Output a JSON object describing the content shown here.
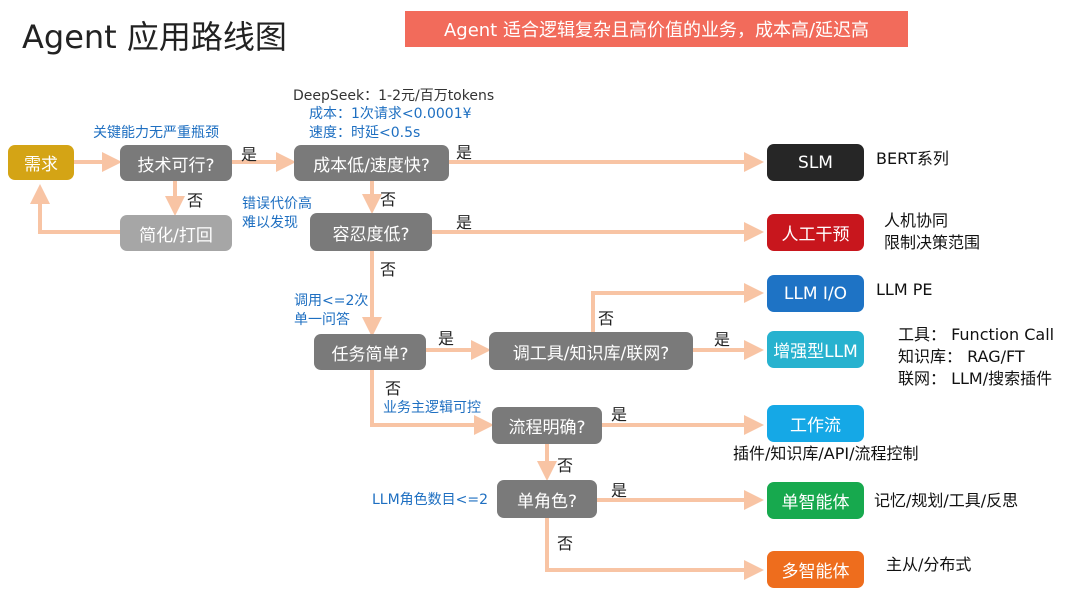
{
  "title": "Agent 应用路线图",
  "banner": "Agent 适合逻辑复杂且高价值的业务，成本高/延迟高",
  "nodes": {
    "demand": "需求",
    "feasible": "技术可行?",
    "simplify": "简化/打回",
    "cost": "成本低/速度快?",
    "tolerance": "容忍度低?",
    "simple_task": "任务简单?",
    "tools": "调工具/知识库/联网?",
    "process": "流程明确?",
    "single_role": "单角色?"
  },
  "outcomes": {
    "slm": "SLM",
    "human": "人工干预",
    "llm_io": "LLM I/O",
    "enhanced": "增强型LLM",
    "workflow": "工作流",
    "single_agent": "单智能体",
    "multi_agent": "多智能体"
  },
  "edge_labels": {
    "yes": "是",
    "no": "否"
  },
  "notes": {
    "key_capability": "关键能力无严重瓶颈",
    "deepseek": "DeepSeek：1-2元/百万tokens",
    "cost_line": "成本：1次请求<0.0001¥",
    "speed_line": "速度：时延<0.5s",
    "error_cost_1": "错误代价高",
    "error_cost_2": "难以发现",
    "calls_1": "调用<=2次",
    "calls_2": "单一问答",
    "business_logic": "业务主逻辑可控",
    "role_count": "LLM角色数目<=2"
  },
  "outcome_notes": {
    "bert": "BERT系列",
    "human_1": "人机协同",
    "human_2": "限制决策范围",
    "llm_pe": "LLM PE",
    "tools_1": "工具：  Function Call",
    "tools_2": "知识库：  RAG/FT",
    "tools_3": "联网：  LLM/搜索插件",
    "workflow": "插件/知识库/API/流程控制",
    "single_agent": "记忆/规划/工具/反思",
    "multi_agent": "主从/分布式"
  },
  "colors": {
    "arrow": "#f8c4a4",
    "decision": "#7a7a7a",
    "banner": "#f26b5b",
    "note_blue": "#1e6fc1"
  }
}
